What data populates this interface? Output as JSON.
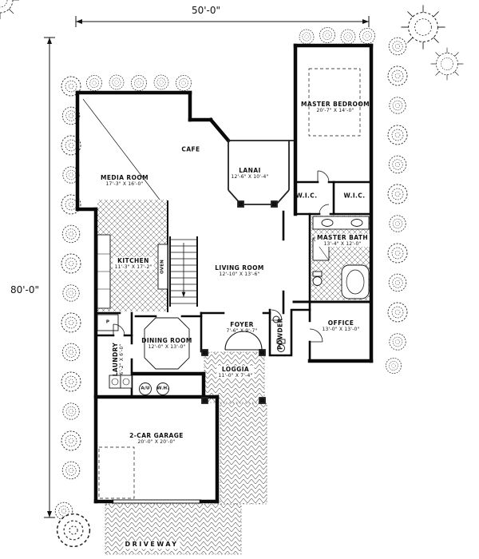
{
  "colors": {
    "ink": "#111111",
    "paper": "#ffffff"
  },
  "dimensions": {
    "overall_width": "50'-0\"",
    "overall_depth": "80'-0\""
  },
  "rooms": {
    "master_bedroom": {
      "name": "MASTER BEDROOM",
      "dims": "20'-7\" X 14'-0\""
    },
    "cafe": {
      "name": "CAFE"
    },
    "media_room": {
      "name": "MEDIA ROOM",
      "dims": "17'-3\" X 16'-0\""
    },
    "lanai": {
      "name": "LANAI",
      "dims": "12'-6\" X 10'-4\""
    },
    "wic_left": {
      "name": "W.I.C."
    },
    "wic_right": {
      "name": "W.I.C."
    },
    "master_bath": {
      "name": "MASTER BATH",
      "dims": "13'-4\" X 12'-0\""
    },
    "kitchen": {
      "name": "KITCHEN",
      "dims": "11'-3\" X 17'-2\""
    },
    "living_room": {
      "name": "LIVING ROOM",
      "dims": "12'-10\" X 13'-6\""
    },
    "foyer": {
      "name": "FOYER",
      "dims": "7'-6\" X 9'-7\""
    },
    "powder": {
      "name": "POWDER"
    },
    "office": {
      "name": "OFFICE",
      "dims": "13'-0\" X 13'-0\""
    },
    "dining_room": {
      "name": "DINING ROOM",
      "dims": "12'-0\" X 13'-0\""
    },
    "laundry": {
      "name": "LAUNDRY",
      "dims": "6'-2\" X 6'-0\""
    },
    "loggia": {
      "name": "LOGGIA",
      "dims": "11'-0\" X 7'-4\""
    },
    "garage": {
      "name": "2-CAR GARAGE",
      "dims": "20'-0\" X 20'-0\""
    },
    "driveway": {
      "name": "DRIVEWAY"
    }
  },
  "equipment": {
    "oven": "OVEN",
    "pantry": "P",
    "air_unit": "A/U",
    "water_heater": "W.H."
  }
}
